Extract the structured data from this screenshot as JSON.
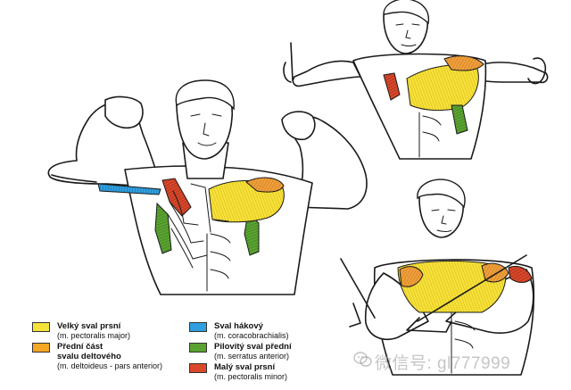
{
  "legend": [
    {
      "name": "Velký sval prsní",
      "latin": "(m. pectoralis major)",
      "color": "#f7e23b"
    },
    {
      "name": "Přední část svalu deltového",
      "name_line1": "Přední část",
      "name_line2": "svalu deltového",
      "latin": "(m. deltoideus - pars anterior)",
      "color": "#f5a623"
    },
    {
      "name": "Sval hákový",
      "latin": "(m. coracobrachialis)",
      "color": "#2f9fe0"
    },
    {
      "name": "Pilovitý sval přední",
      "latin": "(m. serratus anterior)",
      "color": "#5aa332"
    },
    {
      "name": "Malý sval prsní",
      "latin": "(m. pectoralis minor)",
      "color": "#d9482b"
    }
  ],
  "watermark": {
    "text": "微信号: gl777999",
    "icon": "wechat-icon"
  },
  "figures": [
    {
      "id": "double-biceps-pose",
      "icon": "anatomy-figure"
    },
    {
      "id": "cable-fly-top",
      "icon": "anatomy-figure"
    },
    {
      "id": "cable-crossover-bottom",
      "icon": "anatomy-figure"
    }
  ]
}
